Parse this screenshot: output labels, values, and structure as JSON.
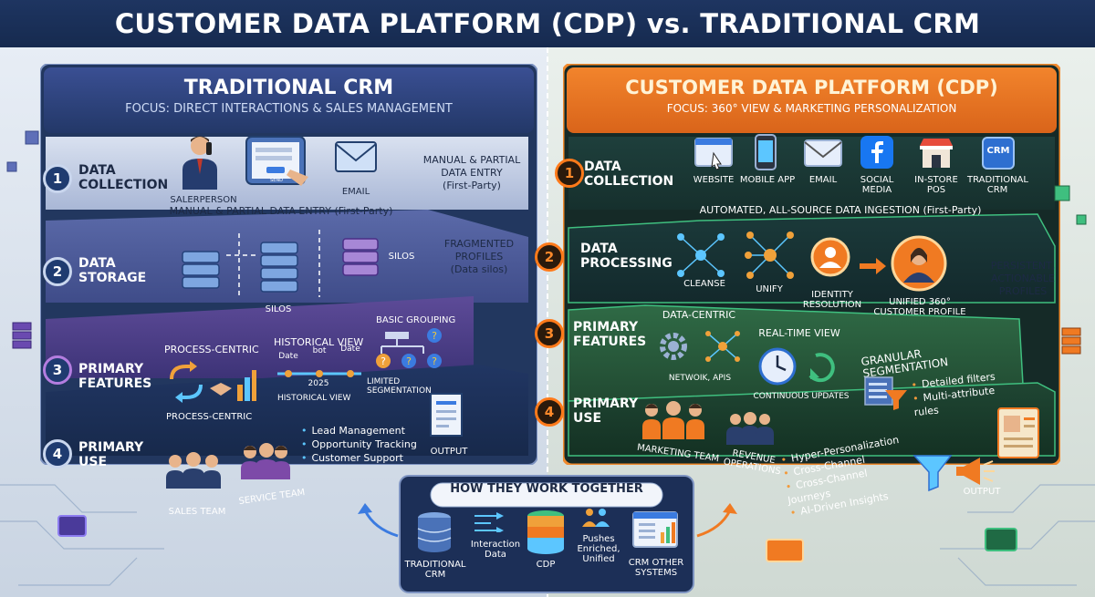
{
  "title": "CUSTOMER DATA PLATFORM (CDP) vs. TRADITIONAL CRM",
  "crm": {
    "title": "TRADITIONAL CRM",
    "focus": "FOCUS: DIRECT INTERACTIONS & SALES MANAGEMENT",
    "rows": [
      {
        "num": "1",
        "label": "DATA COLLECTION"
      },
      {
        "num": "2",
        "label": "DATA STORAGE"
      },
      {
        "num": "3",
        "label": "PRIMARY FEATURES"
      },
      {
        "num": "4",
        "label": "PRIMARY USE"
      }
    ],
    "collection": {
      "salesperson": "SALERPERSON",
      "email": "EMAIL",
      "form_button": "SEND",
      "caption": "MANUAL & PARTIAL DATA ENTRY (First-Party)",
      "side_note_1": "MANUAL & PARTIAL",
      "side_note_2": "DATA ENTRY",
      "side_note_3": "(First-Party)"
    },
    "storage": {
      "silos_top": "SILOS",
      "silos_bottom": "SILOS",
      "side_note_1": "FRAGMENTED",
      "side_note_2": "PROFILES",
      "side_note_3": "(Data silos)"
    },
    "features": {
      "process_top": "PROCESS-CENTRIC",
      "process_bottom": "PROCESS-CENTRIC",
      "historical_top": "HISTORICAL VIEW",
      "historical_bottom": "HISTORICAL VIEW",
      "date1": "Date",
      "date2": "bot",
      "date3": "Date",
      "year": "2025",
      "grouping": "BASIC GROUPING",
      "segmentation": "LIMITED SEGMENTATION"
    },
    "use": {
      "sales_team": "SALES TEAM",
      "service_team": "SERVICE TEAM",
      "bullets": [
        "Lead Management",
        "Opportunity Tracking",
        "Customer Support"
      ],
      "output": "OUTPUT"
    }
  },
  "cdp": {
    "title": "CUSTOMER DATA PLATFORM (CDP)",
    "focus": "FOCUS: 360° VIEW & MARKETING PERSONALIZATION",
    "rows": [
      {
        "num": "1",
        "label": "DATA COLLECTION"
      },
      {
        "num": "2",
        "label": "DATA PROCESSING"
      },
      {
        "num": "3",
        "label": "PRIMARY FEATURES"
      },
      {
        "num": "4",
        "label": "PRIMARY USE"
      }
    ],
    "collection": {
      "sources": [
        "WEBSITE",
        "MOBILE APP",
        "EMAIL",
        "SOCIAL MEDIA",
        "IN-STORE POS",
        "TRADITIONAL CRM"
      ],
      "crm_badge": "CRM",
      "caption": "AUTOMATED, ALL-SOURCE DATA INGESTION (First-Party)"
    },
    "processing": {
      "cleanse": "CLEANSE",
      "unify": "UNIFY",
      "identity": "IDENTITY RESOLUTION",
      "profile": "UNIFIED 360° CUSTOMER PROFILE",
      "side_note_1": "PERSISTENT,",
      "side_note_2": "ACTIONABLE",
      "side_note_3": "PROFILES"
    },
    "features": {
      "data_centric": "DATA-CENTRIC",
      "network": "NETWOIK, APIS",
      "realtime": "REAL-TIME VIEW",
      "continuous": "CONTINUOUS UPDATES",
      "granular": "GRANULAR SEGMENTATION",
      "bullets": [
        "Detailed filters",
        "Multi-attribute rules"
      ]
    },
    "use": {
      "marketing_team": "MARKETING TEAM",
      "revenue_ops": "REVENUE OPERATIONS",
      "bullets": [
        "Hyper-Personalization",
        "Cross-Channel",
        "Cross-Channel Journeys",
        "AI-Driven Insights"
      ],
      "output": "OUTPUT"
    }
  },
  "together": {
    "title": "HOW THEY WORK TOGETHER",
    "crm": "TRADITIONAL CRM",
    "interaction": "Interaction Data",
    "cdp": "CDP",
    "pushes": "Pushes Enriched, Unified",
    "systems": "CRM OTHER SYSTEMS"
  }
}
